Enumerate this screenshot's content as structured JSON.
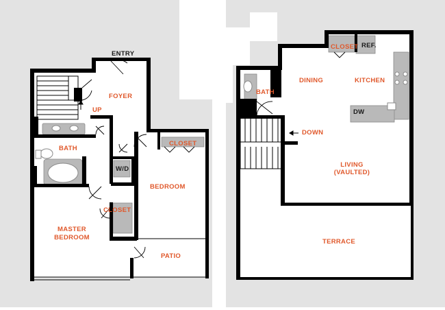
{
  "colors": {
    "room_label": "#e0582b",
    "fixture_label": "#1a1a1a",
    "wall": "#000000",
    "backdrop": "#e3e3e3",
    "floor": "#ffffff",
    "fixture": "#b9b9b9"
  },
  "lower_level": {
    "entry": "ENTRY",
    "foyer": "FOYER",
    "up": "UP",
    "bath": "BATH",
    "closet_bedroom": "CLOSET",
    "wd": "W/D",
    "bedroom": "BEDROOM",
    "closet_master": "CLOSET",
    "master_line1": "MASTER",
    "master_line2": "BEDROOM",
    "patio": "PATIO"
  },
  "upper_level": {
    "closet": "CLOSET",
    "ref": "REF.",
    "bath": "BATH",
    "dining": "DINING",
    "kitchen": "KITCHEN",
    "dw": "DW",
    "down": "DOWN",
    "living_line1": "LIVING",
    "living_line2": "(VAULTED)",
    "terrace": "TERRACE"
  }
}
